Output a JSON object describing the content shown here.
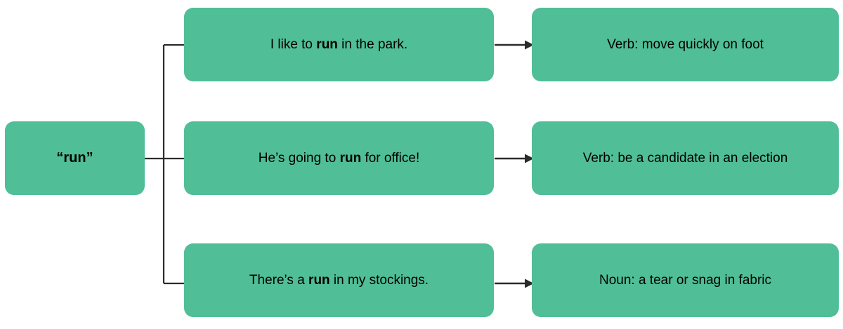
{
  "diagram": {
    "title_word": "“run”",
    "root": {
      "label": "“run”"
    },
    "colors": {
      "node_fill": "#50be97",
      "connector": "#2b2b2b",
      "text": "#000000",
      "background": "#ffffff"
    },
    "branches": [
      {
        "sentence_prefix": "I like to ",
        "sentence_keyword": "run",
        "sentence_suffix": " in the park.",
        "sentence_full": "I like to run in the park.",
        "sense": "Verb: move quickly on foot"
      },
      {
        "sentence_prefix": "He’s going to ",
        "sentence_keyword": "run",
        "sentence_suffix": " for office!",
        "sentence_full": "He’s going to run for office!",
        "sense": "Verb: be a candidate in an election"
      },
      {
        "sentence_prefix": "There’s a ",
        "sentence_keyword": "run",
        "sentence_suffix": " in my stockings.",
        "sentence_full": "There’s a run in my stockings.",
        "sense": "Noun: a tear or snag in fabric"
      }
    ]
  }
}
